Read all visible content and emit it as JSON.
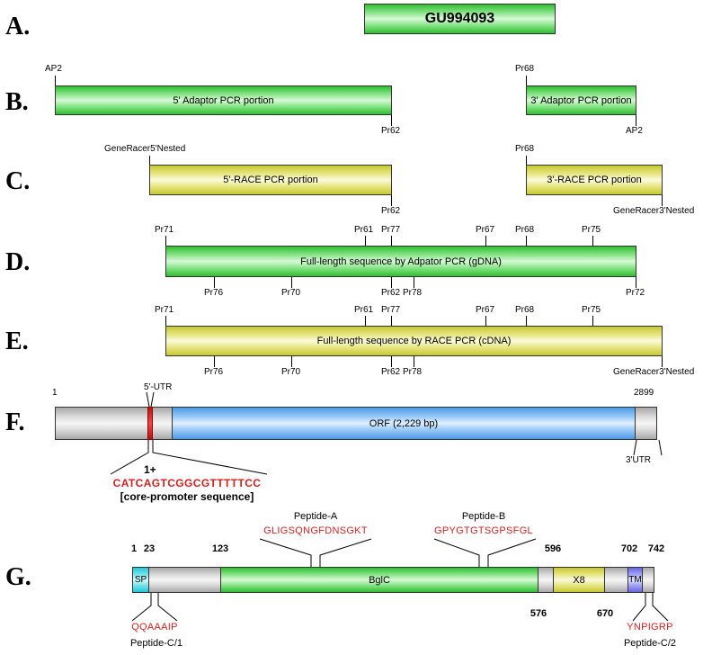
{
  "rows": {
    "a": "A.",
    "b": "B.",
    "c": "C.",
    "d": "D.",
    "e": "E.",
    "f": "F.",
    "g": "G."
  },
  "a": {
    "accession": "GU994093"
  },
  "b": {
    "bar1": "5' Adaptor PCR portion",
    "bar2": "3' Adaptor PCR portion",
    "ap2_left": "AP2",
    "pr62": "Pr62",
    "pr68": "Pr68",
    "ap2_right": "AP2"
  },
  "c": {
    "bar1": "5'-RACE PCR portion",
    "bar2": "3'-RACE PCR portion",
    "nested5": "GeneRacer5'Nested",
    "pr62": "Pr62",
    "pr68": "Pr68",
    "nested3": "GeneRacer3'Nested"
  },
  "d": {
    "bar": "Full-length sequence by Adpator PCR (gDNA)",
    "top": [
      "Pr71",
      "Pr61",
      "Pr77",
      "Pr67",
      "Pr68",
      "Pr75"
    ],
    "bottom": [
      "Pr76",
      "Pr70",
      "Pr62",
      "Pr78",
      "Pr72"
    ]
  },
  "e": {
    "bar": "Full-length sequence by RACE PCR (cDNA)",
    "top": [
      "Pr71",
      "Pr61",
      "Pr77",
      "Pr67",
      "Pr68",
      "Pr75"
    ],
    "bottom": [
      "Pr76",
      "Pr70",
      "Pr62",
      "Pr78",
      "GeneRacer3'Nested"
    ]
  },
  "f": {
    "start": "1",
    "end": "2899",
    "utr5": "5'-UTR",
    "utr3": "3'UTR",
    "orf": "ORF (2,229 bp)",
    "tss": "1+",
    "promoter_seq": "CATCAGTCGGCGTTTTTCC",
    "promoter_label": "[core-promoter sequence]"
  },
  "g": {
    "positions": [
      "1",
      "23",
      "123",
      "576",
      "596",
      "670",
      "702",
      "742"
    ],
    "domains": {
      "sp": "SP",
      "bglc": "BglC",
      "x8": "X8",
      "tm": "TM"
    },
    "peptide_a_name": "Peptide-A",
    "peptide_a_seq": "GLIGSQNGFDNSGKT",
    "peptide_b_name": "Peptide-B",
    "peptide_b_seq": "GPYGTGTSGPSFGL",
    "peptide_c1_seq": "QQAAAIP",
    "peptide_c1_name": "Peptide-C/1",
    "peptide_c2_seq": "YNPIGRP",
    "peptide_c2_name": "Peptide-C/2"
  },
  "colors": {
    "green": "#2fbf2f",
    "yellow": "#c8c830",
    "gray": "#a8a8a8",
    "blue": "#4a9ae8",
    "cyan": "#20c8d8",
    "purple": "#6666e8",
    "peptide_red": "#d42020"
  }
}
